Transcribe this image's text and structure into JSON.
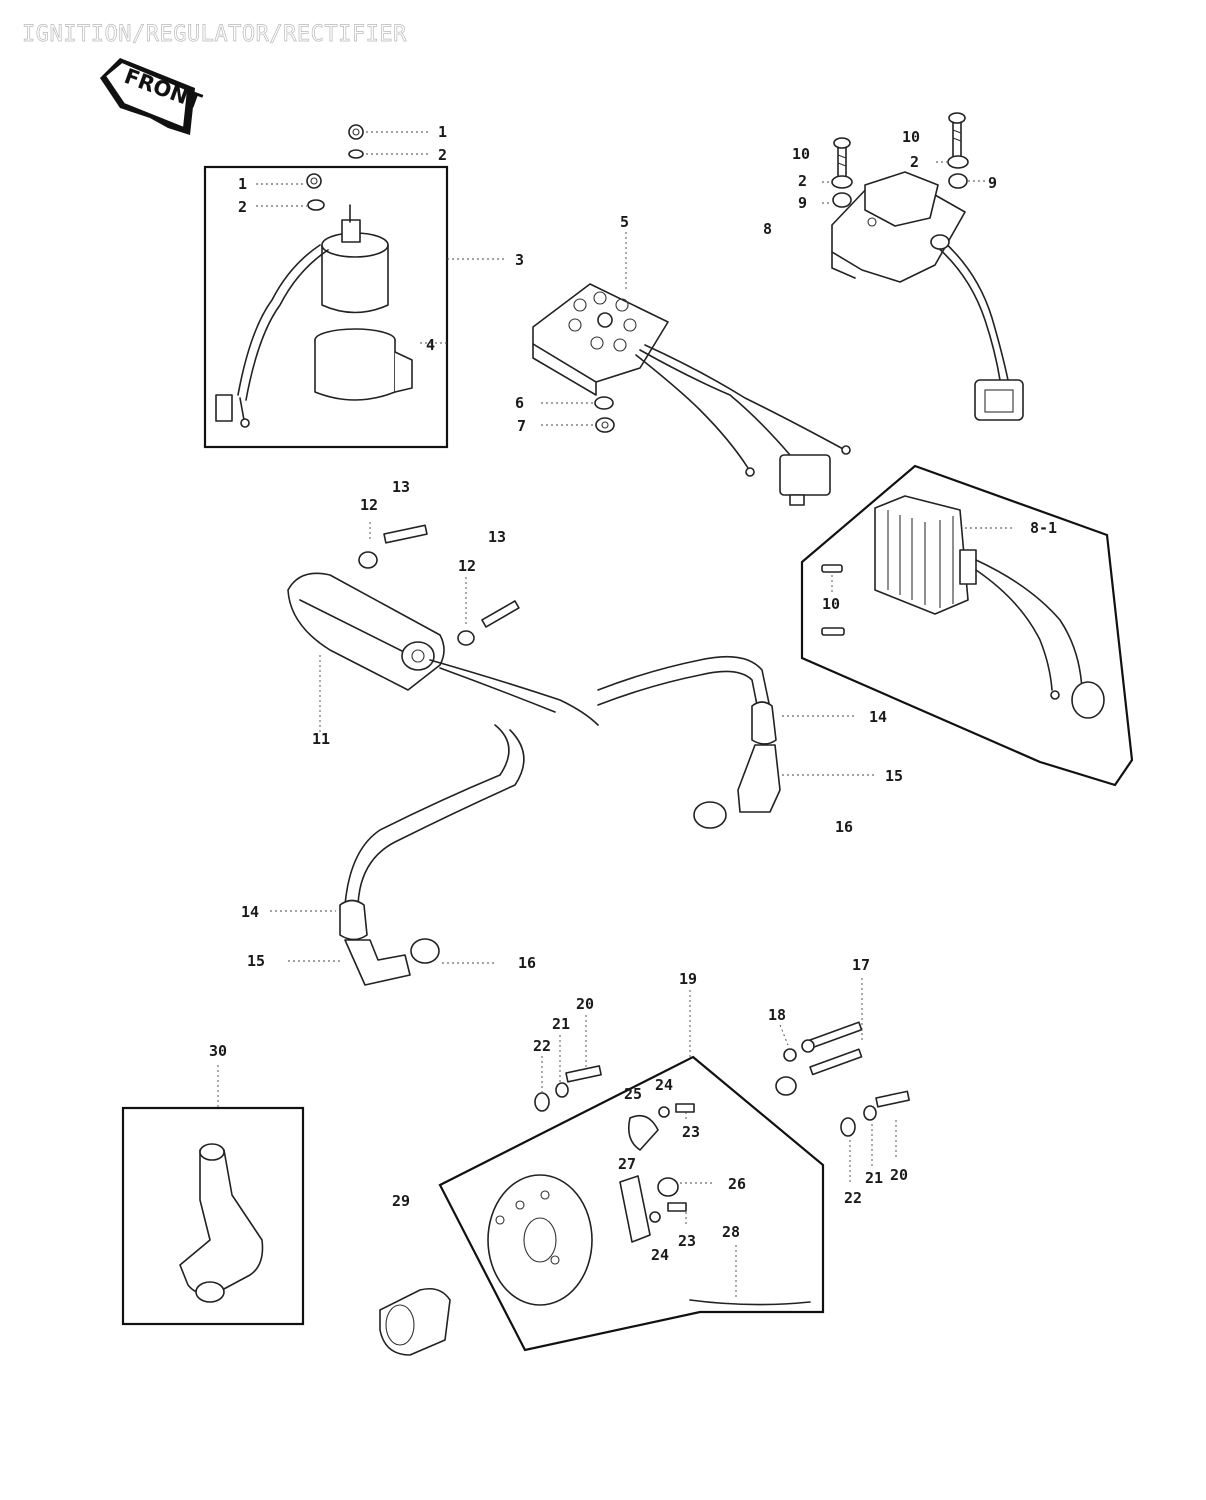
{
  "title": "IGNITION/REGULATOR/RECTIFIER",
  "front_label": "FRONT",
  "callouts": {
    "c1a": "1",
    "c2a": "2",
    "c1b": "1",
    "c2b": "2",
    "c3": "3",
    "c4": "4",
    "c5": "5",
    "c6": "6",
    "c7": "7",
    "c10a": "10",
    "c10b": "10",
    "c2c": "2",
    "c2d": "2",
    "c9a": "9",
    "c9b": "9",
    "c8": "8",
    "c8_1": "8-1",
    "c10c": "10",
    "c12a": "12",
    "c13a": "13",
    "c13b": "13",
    "c12b": "12",
    "c11": "11",
    "c14a": "14",
    "c15a": "15",
    "c16a": "16",
    "c14b": "14",
    "c15b": "15",
    "c16b": "16",
    "c19": "19",
    "c17": "17",
    "c18": "18",
    "c20a": "20",
    "c21a": "21",
    "c22a": "22",
    "c25": "25",
    "c24a": "24",
    "c23a": "23",
    "c20b": "20",
    "c21b": "21",
    "c22b": "22",
    "c27": "27",
    "c26": "26",
    "c23b": "23",
    "c24b": "24",
    "c28": "28",
    "c29": "29",
    "c30": "30"
  }
}
